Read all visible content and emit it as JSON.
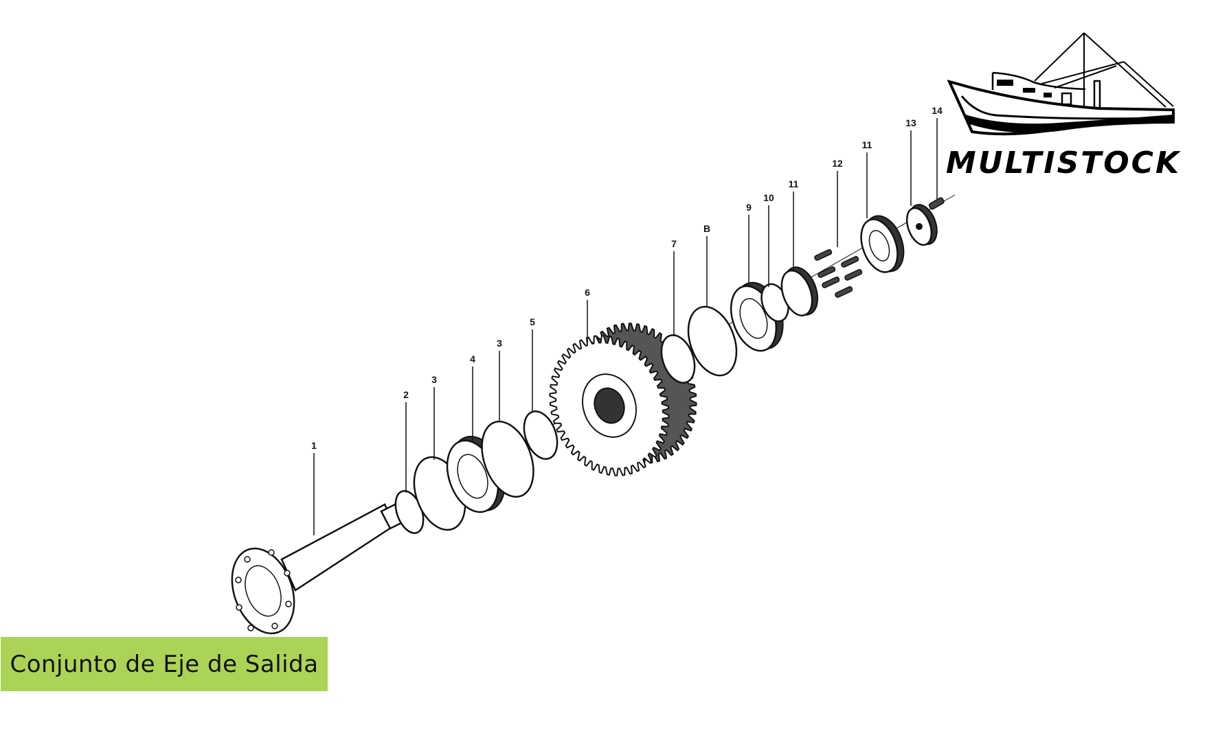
{
  "title": "Conjunto de Eje de Salida",
  "logo": {
    "text": "MULTISTOCK"
  },
  "callouts": [
    "1",
    "2",
    "3",
    "4",
    "3",
    "5",
    "6",
    "7",
    "B",
    "9",
    "10",
    "11",
    "12",
    "11",
    "13",
    "14"
  ],
  "colors": {
    "title_bg": "#abd356",
    "ink": "#111111"
  }
}
